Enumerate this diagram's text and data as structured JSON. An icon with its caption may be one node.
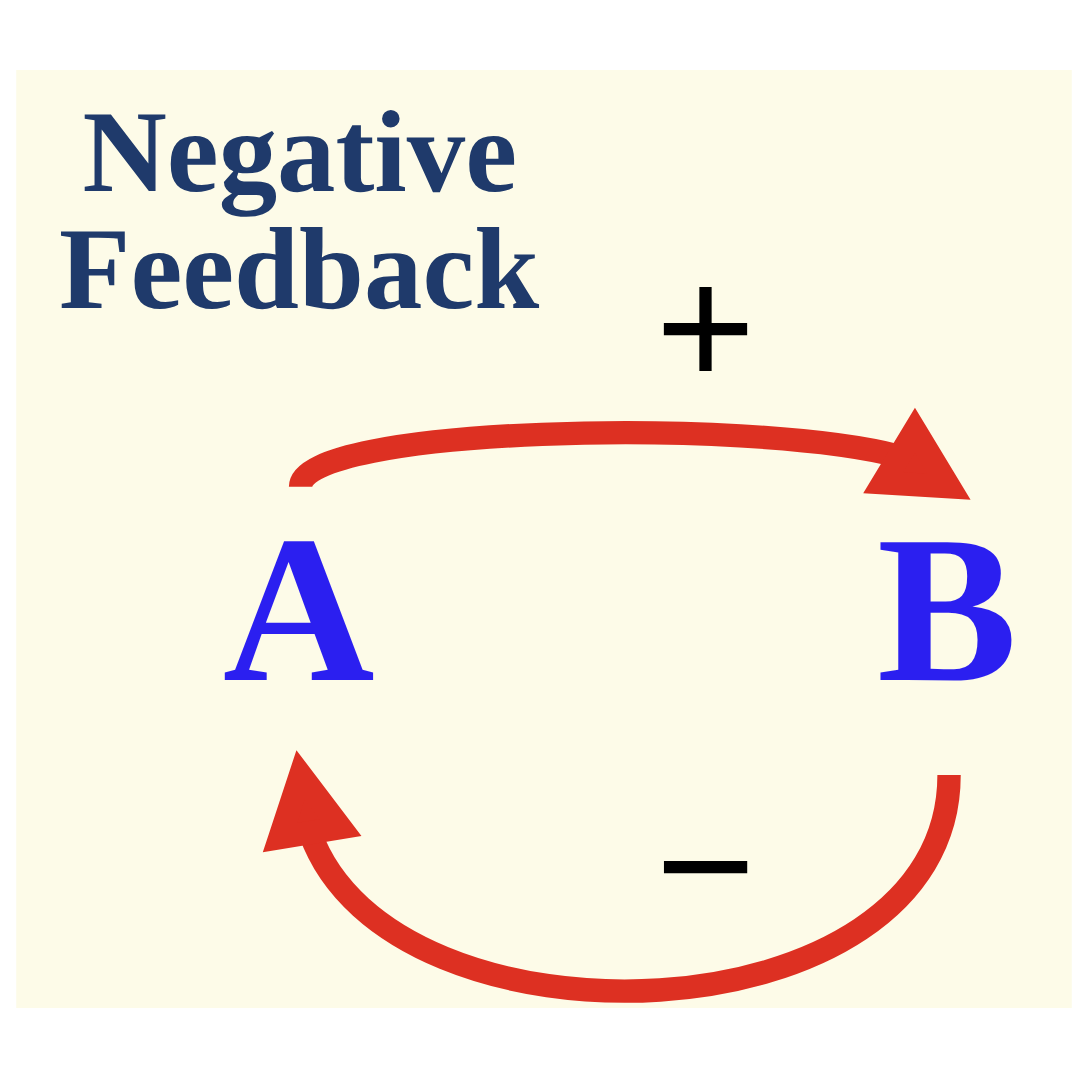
{
  "diagram": {
    "nodes": [
      {
        "text": [
          "A"
        ]
      },
      {
        "text": [
          "B"
        ]
      }
    ],
    "edges": [
      {
        "from": 0,
        "to": 1,
        "arrow": "to",
        "label": "+"
      },
      {
        "from": 1,
        "to": 0,
        "arrow": "to",
        "label": "−"
      }
    ],
    "labels": [
      "Negative Feedback"
    ]
  }
}
